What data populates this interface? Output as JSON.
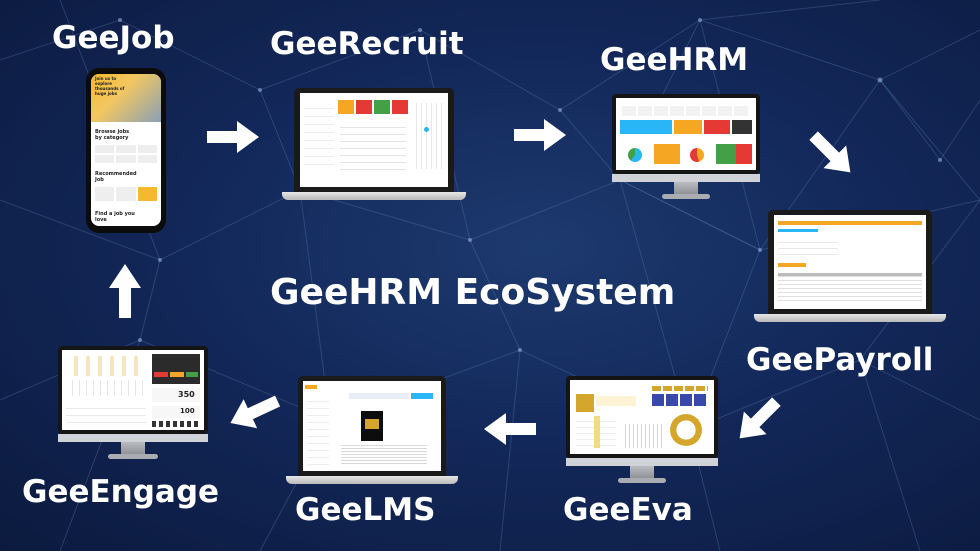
{
  "labels": {
    "geejob": "GeeJob",
    "geerecruit": "GeeRecruit",
    "geehrm": "GeeHRM",
    "geepayroll": "GeePayroll",
    "geeeva": "GeeEva",
    "geelms": "GeeLMS",
    "geeengage": "GeeEngage",
    "ecosystem_title": "GeeHRM EcoSystem"
  },
  "phone_screen": {
    "hero_text": "Join us to explore thousands of huge jobs",
    "section1": "Browse jobs by category",
    "section2": "Recommended Job",
    "section3": "Find a job you love"
  },
  "engage_screen": {
    "stat1": "350",
    "stat2": "100"
  },
  "colors": {
    "background": "#13285a",
    "label": "#ffffff",
    "arrow": "#ffffff",
    "hrm_cyan": "#29b6f6",
    "hrm_orange": "#f5a623",
    "hrm_green": "#43a047",
    "hrm_red": "#e53935",
    "eva_gold": "#d4a72c"
  },
  "icons": [
    "arrow-right-icon",
    "arrow-down-right-icon",
    "arrow-down-left-icon",
    "arrow-left-icon",
    "arrow-up-icon"
  ]
}
